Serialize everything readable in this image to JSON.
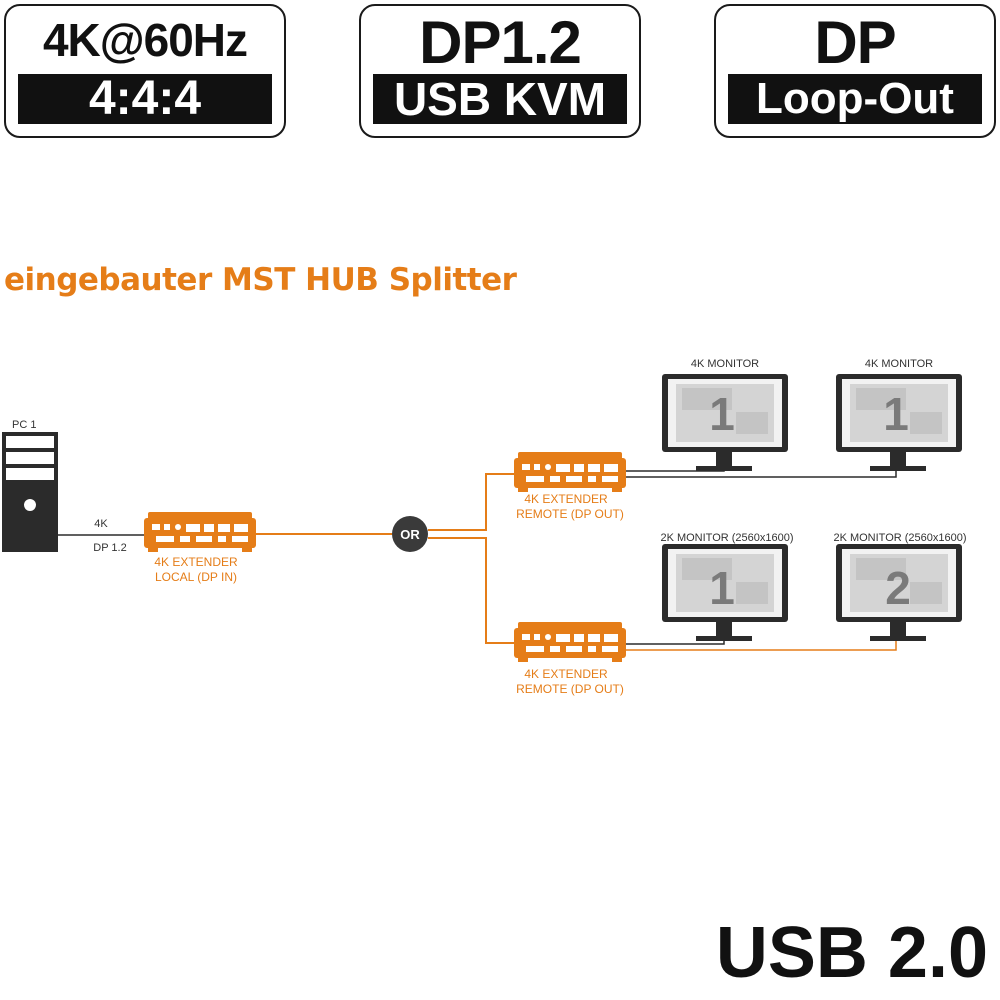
{
  "badges": [
    {
      "top": "4K@60Hz",
      "bottom": "4:4:4"
    },
    {
      "top": "DP1.2",
      "bottom": "USB KVM"
    },
    {
      "top": "DP",
      "bottom": "Loop-Out"
    }
  ],
  "subtitle": "eingebauter MST HUB Splitter",
  "footer": "USB 2.0",
  "diagram": {
    "pc_label": "PC 1",
    "signal_top": "4K",
    "signal_bottom": "DP 1.2",
    "local_extender": {
      "line1": "4K EXTENDER",
      "line2": "LOCAL (DP IN)"
    },
    "or_label": "OR",
    "remote_extender_top": {
      "line1": "4K EXTENDER",
      "line2": "REMOTE (DP OUT)"
    },
    "remote_extender_bottom": {
      "line1": "4K EXTENDER",
      "line2": "REMOTE (DP OUT)"
    },
    "monitors_top": [
      {
        "label": "4K MONITOR",
        "number": "1"
      },
      {
        "label": "4K MONITOR",
        "number": "1"
      }
    ],
    "monitors_bottom": [
      {
        "label": "2K MONITOR (2560x1600)",
        "number": "1"
      },
      {
        "label": "2K MONITOR (2560x1600)",
        "number": "2"
      }
    ],
    "colors": {
      "accent": "#e57d18",
      "dark": "#2b2b2b",
      "screen": "#d4d4d4"
    }
  }
}
